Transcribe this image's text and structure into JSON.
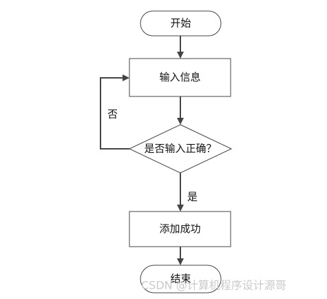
{
  "diagram": {
    "nodes": {
      "start": {
        "label": "开始",
        "shape": "terminator"
      },
      "input": {
        "label": "输入信息",
        "shape": "process"
      },
      "check": {
        "label": "是否输入正确？",
        "shape": "decision"
      },
      "success": {
        "label": "添加成功",
        "shape": "process"
      },
      "end": {
        "label": "结束",
        "shape": "terminator"
      }
    },
    "edges": {
      "no": {
        "from": "check",
        "to": "input",
        "label": "否"
      },
      "yes": {
        "from": "check",
        "to": "success",
        "label": "是"
      },
      "start_to_input": {
        "from": "start",
        "to": "input",
        "label": ""
      },
      "input_to_check": {
        "from": "input",
        "to": "check",
        "label": ""
      },
      "success_to_end": {
        "from": "success",
        "to": "end",
        "label": ""
      }
    }
  },
  "watermark": {
    "text": "CSDN @计算机程序设计源哥"
  },
  "colors": {
    "line": "#444444",
    "fill": "#ffffff",
    "text": "#111111",
    "watermark": "#c8c8c8"
  }
}
